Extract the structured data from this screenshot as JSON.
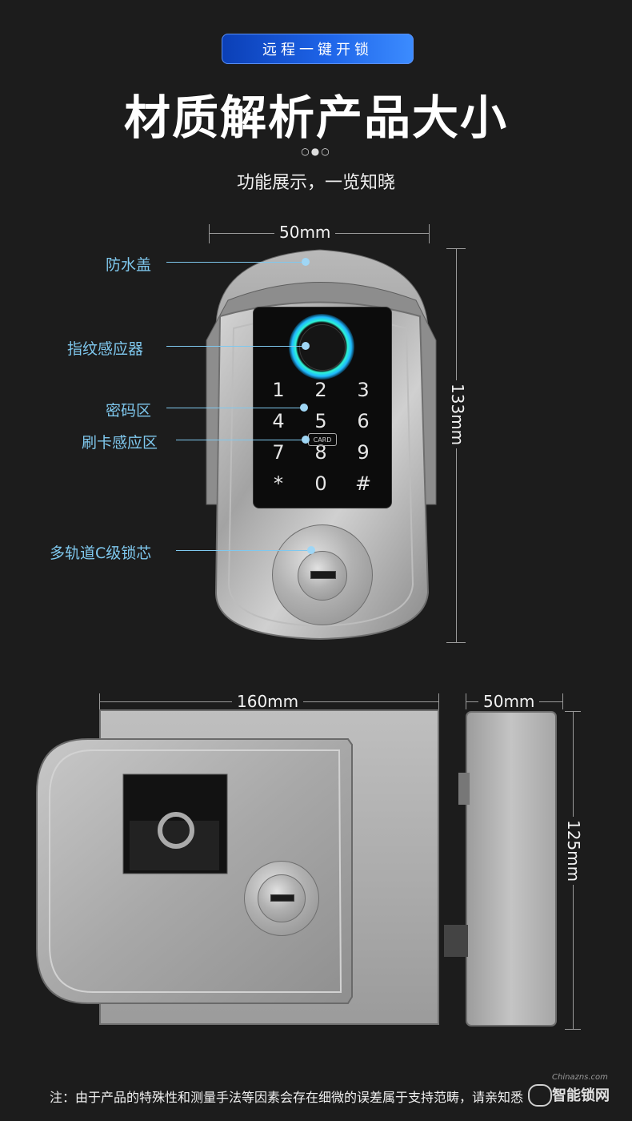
{
  "header": {
    "pill_text": "远程一键开锁",
    "title": "材质解析产品大小",
    "dots": "○●○",
    "subtitle": "功能展示，一览知晓"
  },
  "lock_front": {
    "width_label": "50mm",
    "height_label": "133mm",
    "callouts": [
      {
        "name": "waterproof-cover",
        "text": "防水盖"
      },
      {
        "name": "fingerprint-sensor",
        "text": "指纹感应器"
      },
      {
        "name": "keypad-area",
        "text": "密码区"
      },
      {
        "name": "card-swipe-area",
        "text": "刷卡感应区"
      },
      {
        "name": "lock-cylinder",
        "text": "多轨道C级锁芯"
      }
    ],
    "keypad": [
      "1",
      "2",
      "3",
      "4",
      "5",
      "6",
      "7",
      "8",
      "9",
      "*",
      "0",
      "#"
    ],
    "card_mark": "CARD"
  },
  "lock_body": {
    "width_label": "160mm",
    "side_width_label": "50mm",
    "side_height_label": "125mm"
  },
  "footer": {
    "note": "注：由于产品的特殊性和测量手法等因素会存在细微的误差属于支持范畴，请亲知悉"
  },
  "watermark": {
    "site": "Chinazns.com",
    "name": "智能锁网"
  },
  "colors": {
    "background": "#1c1c1c",
    "accent_blue": "#1e64e8",
    "callout": "#7fc8ee"
  }
}
